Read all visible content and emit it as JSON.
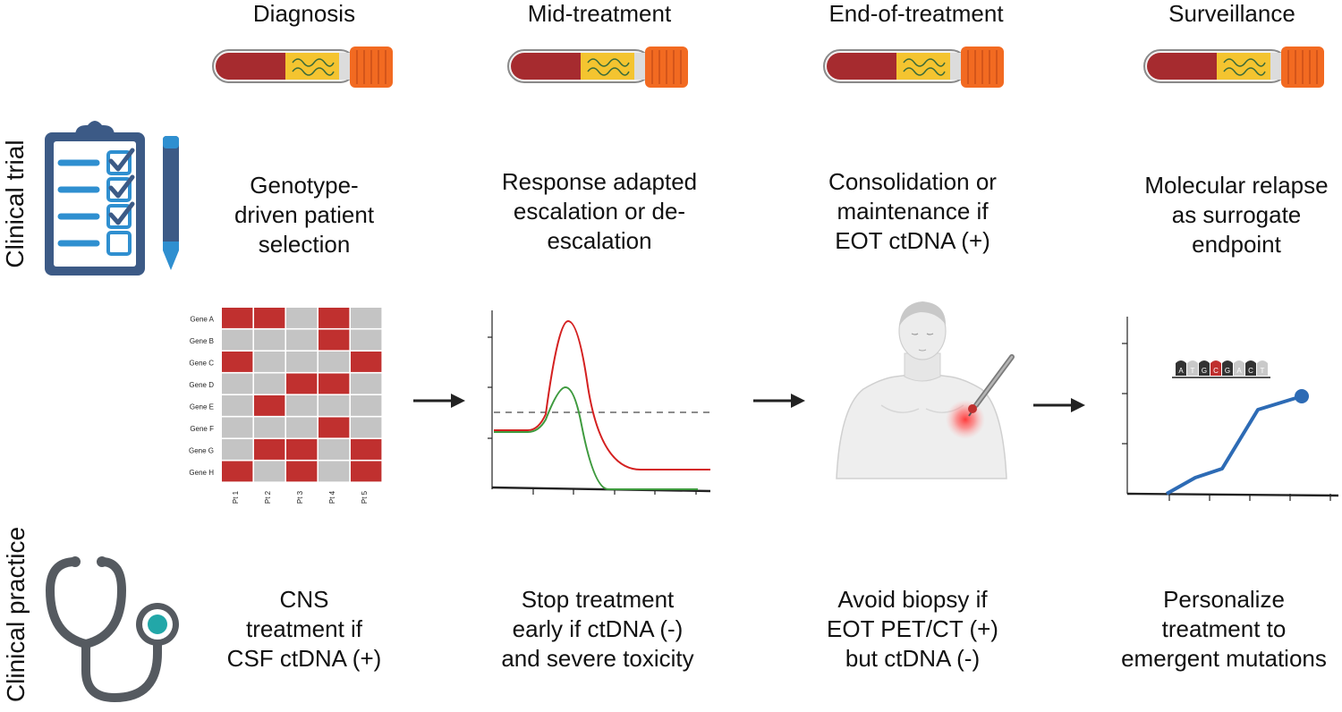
{
  "phases": [
    "Diagnosis",
    "Mid-treatment",
    "End-of-treatment",
    "Surveillance"
  ],
  "row_labels": {
    "trial": "Clinical trial",
    "practice": "Clinical practice"
  },
  "trial_text": [
    [
      "Genotype-",
      "driven patient",
      "selection"
    ],
    [
      "Response adapted",
      "escalation or de-",
      "escalation"
    ],
    [
      "Consolidation or",
      "maintenance if",
      "EOT ctDNA (+)"
    ],
    [
      "Molecular relapse",
      "as surrogate",
      "endpoint"
    ]
  ],
  "practice_text": [
    [
      "CNS",
      "treatment if",
      "CSF ctDNA (+)"
    ],
    [
      "Stop treatment",
      "early if ctDNA (-)",
      "and severe toxicity"
    ],
    [
      "Avoid biopsy if",
      "EOT PET/CT (+)",
      "but ctDNA (-)"
    ],
    [
      "Personalize",
      "treatment to",
      "emergent mutations"
    ]
  ],
  "heatmap": {
    "genes": [
      "Gene A",
      "Gene B",
      "Gene C",
      "Gene D",
      "Gene E",
      "Gene F",
      "Gene G",
      "Gene H"
    ],
    "patients": [
      "Pt 1",
      "Pt 2",
      "Pt 3",
      "Pt 4",
      "Pt 5"
    ],
    "matrix": [
      [
        1,
        1,
        0,
        1,
        0
      ],
      [
        0,
        0,
        0,
        1,
        0
      ],
      [
        1,
        0,
        0,
        0,
        1
      ],
      [
        0,
        0,
        1,
        1,
        0
      ],
      [
        0,
        1,
        0,
        0,
        0
      ],
      [
        0,
        0,
        0,
        1,
        0
      ],
      [
        0,
        1,
        1,
        0,
        1
      ],
      [
        1,
        0,
        1,
        0,
        1
      ]
    ],
    "colors": {
      "mutated": "#c0302f",
      "wildtype": "#c4c4c4"
    }
  },
  "sequence_bases": [
    "A",
    "T",
    "G",
    "C",
    "G",
    "A",
    "C",
    "T"
  ],
  "colors": {
    "tube_blood": "#a62b2f",
    "tube_cap": "#f26a21",
    "icon_navy": "#3c5a86",
    "icon_blue": "#2f8fd0",
    "steth_gray": "#555a60",
    "steth_teal": "#22a7a8",
    "curve_red": "#d42020",
    "curve_green": "#3e9a3e",
    "relapse_blue": "#2d6bb5"
  }
}
